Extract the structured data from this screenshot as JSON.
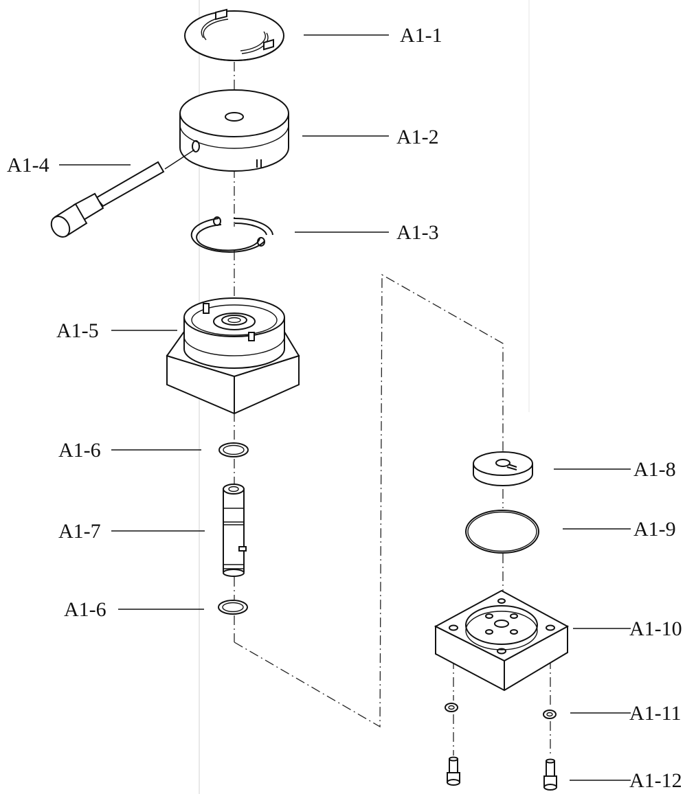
{
  "diagram": {
    "labels": {
      "a1_1": "A1-1",
      "a1_2": "A1-2",
      "a1_3": "A1-3",
      "a1_4": "A1-4",
      "a1_5": "A1-5",
      "a1_6_upper": "A1-6",
      "a1_6_lower": "A1-6",
      "a1_7": "A1-7",
      "a1_8": "A1-8",
      "a1_9": "A1-9",
      "a1_10": "A1-10",
      "a1_11": "A1-11",
      "a1_12": "A1-12"
    }
  }
}
